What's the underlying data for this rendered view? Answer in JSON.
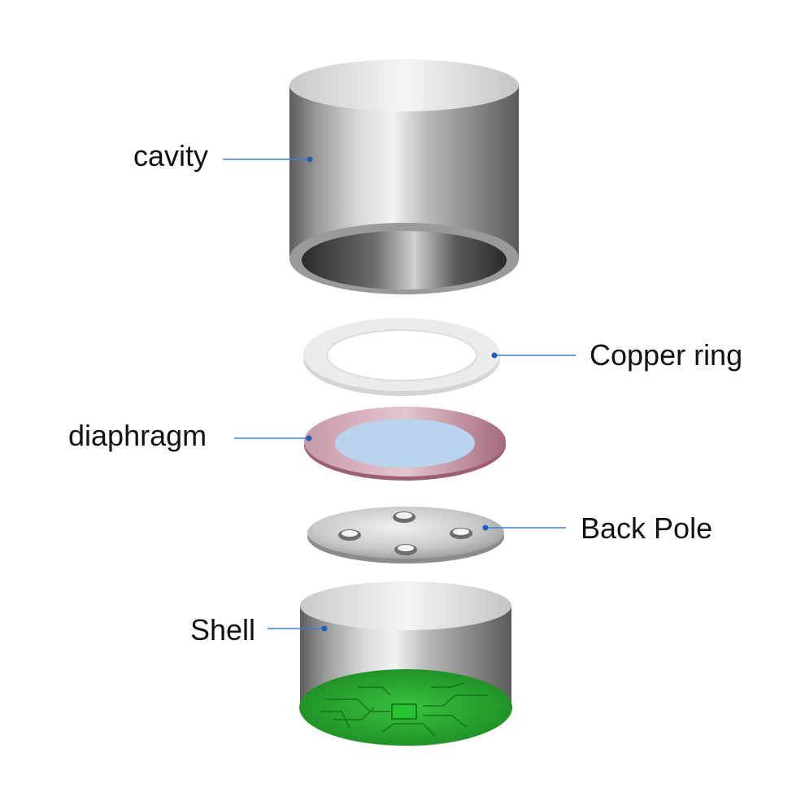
{
  "labels": {
    "cavity": "cavity",
    "copper_ring": "Copper ring",
    "diaphragm": "diaphragm",
    "back_pole": "Back Pole",
    "shell": "Shell"
  },
  "colors": {
    "leader_line": "#3b7dd8",
    "metal_dark": "#6e6e6e",
    "metal_light": "#e6e6e6",
    "diaphragm_rim": "#b2778a",
    "diaphragm_center": "#b8d4ef",
    "pcb_green": "#1fa82a",
    "ring_white": "#e8e8e8"
  }
}
